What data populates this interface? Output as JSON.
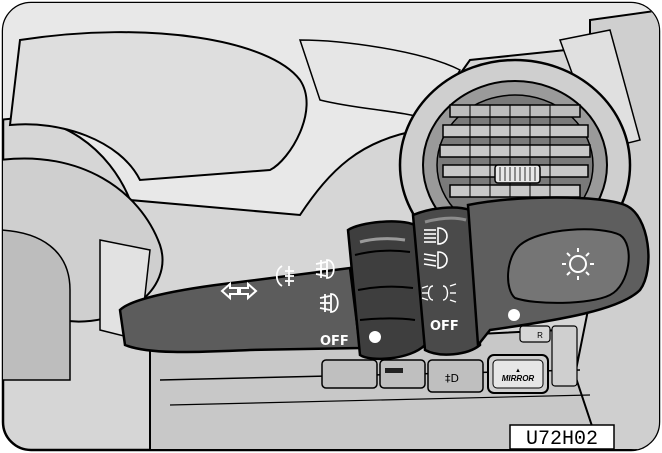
{
  "stalk_labels": {
    "fog_off": "OFF",
    "light_off": "OFF"
  },
  "console_buttons": {
    "mirror": "MIRROR",
    "r_button": "R"
  },
  "figure_code": "U72H02",
  "icons": [
    "turn-signal-arrows-icon",
    "rear-fog-light-icon",
    "front-fog-light-icon",
    "front-fog-light-alt-icon",
    "high-beam-icon",
    "low-beam-icon",
    "parking-light-icon",
    "flash-to-pass-icon"
  ],
  "colors": {
    "background_gray": "#d9d9d9",
    "stalk_dark": "#5a5a5a",
    "stalk_band": "#3a3a3a",
    "outline": "#000000"
  }
}
